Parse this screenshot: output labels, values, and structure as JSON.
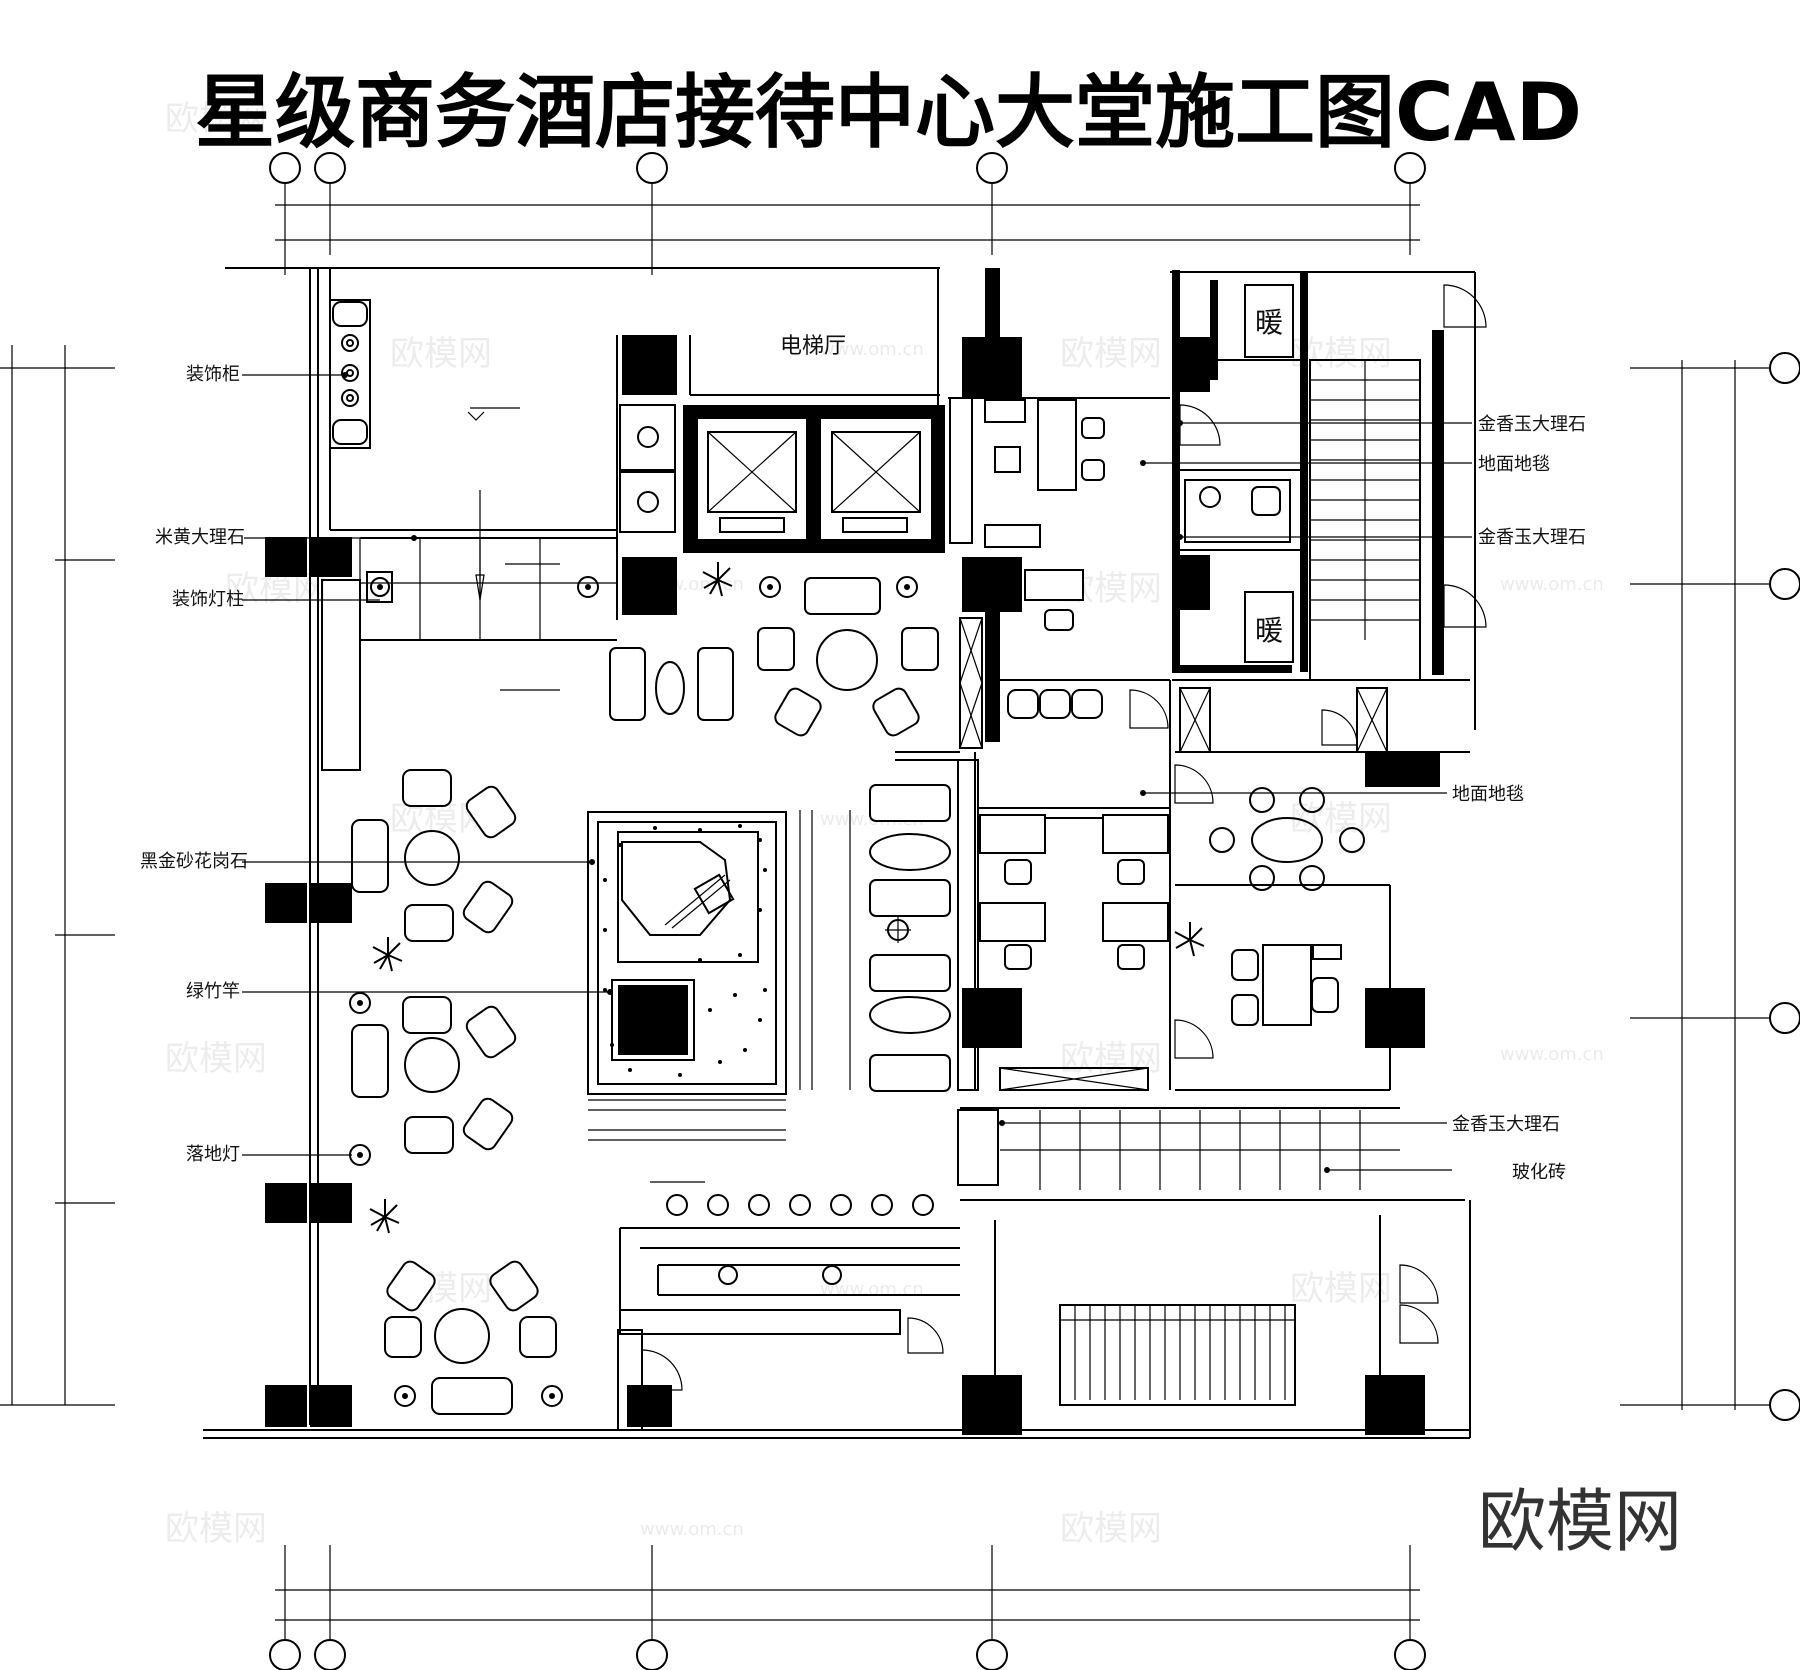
{
  "title": "星级商务酒店接待中心大堂施工图CAD",
  "rooms": {
    "elevator_hall": "电梯厅",
    "heating": "暖"
  },
  "callouts_left": [
    "装饰柜",
    "米黄大理石",
    "装饰灯柱",
    "黑金砂花岗石",
    "绿竹竿",
    "落地灯"
  ],
  "callouts_right": [
    "金香玉大理石",
    "地面地毯",
    "金香玉大理石",
    "地面地毯",
    "金香玉大理石",
    "玻化砖"
  ],
  "watermark": {
    "brand": "欧模网",
    "url": "www.om.cn",
    "tile": "欧模网"
  },
  "colors": {
    "line": "#000000",
    "background": "#ffffff"
  }
}
